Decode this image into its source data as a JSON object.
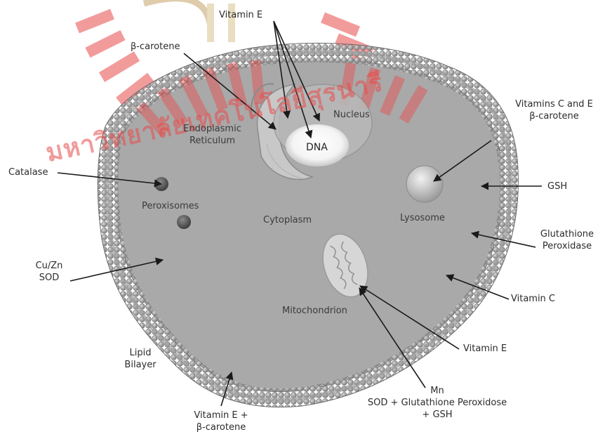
{
  "labels": {
    "vitamin_e_top": "Vitamin E",
    "beta_carotene_top": "β-carotene",
    "nucleus": "Nucleus",
    "dna": "DNA",
    "er_line1": "Endoplasmic",
    "er_line2": "Reticulum",
    "vitamins_c_e_line1": "Vitamins C and E",
    "vitamins_c_e_line2": "β-carotene",
    "catalase": "Catalase",
    "gsh_right": "GSH",
    "peroxisomes": "Peroxisomes",
    "cytoplasm": "Cytoplasm",
    "lysosome": "Lysosome",
    "gpx_line1": "Glutathione",
    "gpx_line2": "Peroxidase",
    "cuzn_line1": "Cu/Zn",
    "cuzn_line2": "SOD",
    "vitamin_c": "Vitamin C",
    "mitochondrion": "Mitochondrion",
    "vitamin_e_mid": "Vitamin E",
    "lipid_line1": "Lipid",
    "lipid_line2": "Bilayer",
    "mn_line1": "Mn",
    "mn_line2": "SOD + Glutathione Peroxidose",
    "mn_line3": "+ GSH",
    "vit_e_beta_line1": "Vitamin E +",
    "vit_e_beta_line2": "β-carotene"
  },
  "watermark": {
    "text": "มหาวิทยาลัยเทคโนโลยีสุรนารี",
    "color": "#e94b4b"
  },
  "colors": {
    "cytoplasm": "#a9a9a9",
    "membrane_head": "#8f8f8f",
    "arrow": "#1a1a1a"
  }
}
